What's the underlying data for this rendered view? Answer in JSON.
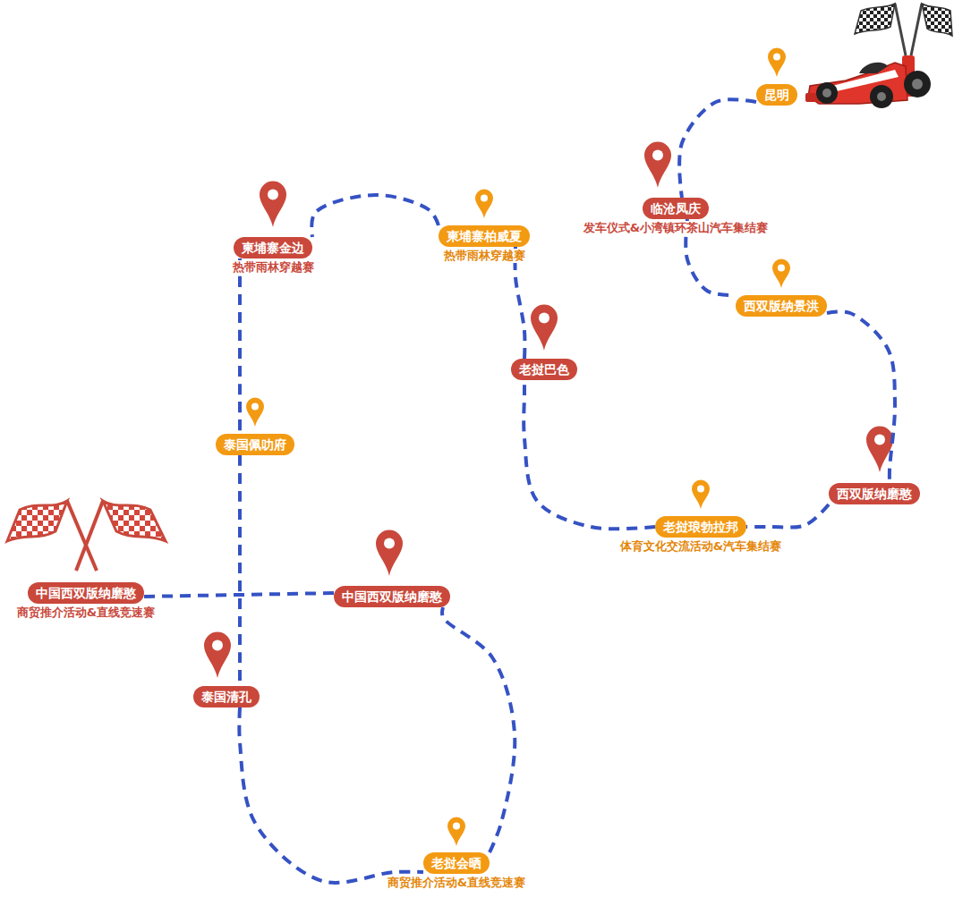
{
  "diagram": {
    "nodes": [
      {
        "text": [
          "昆明"
        ]
      },
      {
        "text": [
          "临沧凤庆",
          "发车仪式&小湾镇环茶山汽车集结赛"
        ]
      },
      {
        "text": [
          "西双版纳景洪"
        ]
      },
      {
        "text": [
          "西双版纳磨憨"
        ]
      },
      {
        "text": [
          "老挝琅勃拉邦",
          "体育文化交流活动&汽车集结赛"
        ]
      },
      {
        "text": [
          "老挝巴色"
        ]
      },
      {
        "text": [
          "柬埔寨柏威夏",
          "热带雨林穿越赛"
        ]
      },
      {
        "text": [
          "柬埔寨金边",
          "热带雨林穿越赛"
        ]
      },
      {
        "text": [
          "泰国佩叻府"
        ]
      },
      {
        "text": [
          "泰国清孔"
        ]
      },
      {
        "text": [
          "老挝会晒",
          "商贸推介活动&直线竞速赛"
        ]
      },
      {
        "text": [
          "中国西双版纳磨憨"
        ]
      },
      {
        "text": [
          "中国西双版纳磨憨",
          "商贸推介活动&直线竞速赛"
        ]
      }
    ],
    "edges": [
      {
        "from": 0,
        "to": 1,
        "arrow": "none"
      },
      {
        "from": 1,
        "to": 2,
        "arrow": "none"
      },
      {
        "from": 2,
        "to": 3,
        "arrow": "none"
      },
      {
        "from": 3,
        "to": 4,
        "arrow": "none"
      },
      {
        "from": 4,
        "to": 5,
        "arrow": "none"
      },
      {
        "from": 5,
        "to": 6,
        "arrow": "none"
      },
      {
        "from": 6,
        "to": 7,
        "arrow": "none"
      },
      {
        "from": 7,
        "to": 8,
        "arrow": "none"
      },
      {
        "from": 8,
        "to": 9,
        "arrow": "none"
      },
      {
        "from": 9,
        "to": 10,
        "arrow": "none"
      },
      {
        "from": 10,
        "to": 11,
        "arrow": "none"
      },
      {
        "from": 11,
        "to": 12,
        "arrow": "none"
      }
    ]
  }
}
